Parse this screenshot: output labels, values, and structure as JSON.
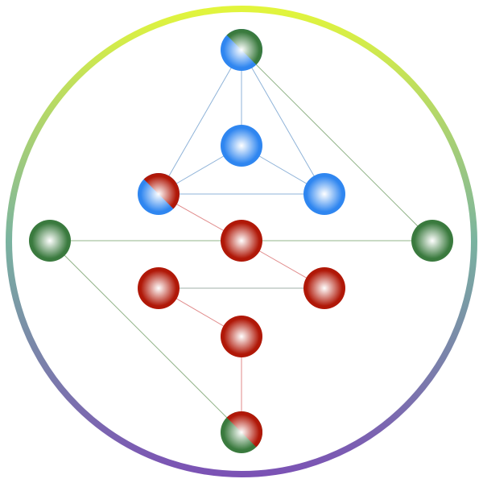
{
  "colors": {
    "blue": "#2f86f0",
    "red": "#b01808",
    "green": "#3a7a3e",
    "ring_top": "#e2f53c",
    "ring_mid": "#7ab3a0",
    "ring_bottom": "#7b52b4",
    "edge_blue": "#8fb3d8",
    "edge_red": "#e08a8a",
    "edge_green": "#93b48a",
    "edge_mixed": "#a0b0a8"
  },
  "nodes": [
    {
      "id": "n-top",
      "colors": [
        "green",
        "blue"
      ]
    },
    {
      "id": "n-upper-center",
      "colors": [
        "blue"
      ]
    },
    {
      "id": "n-upper-left",
      "colors": [
        "red",
        "blue"
      ]
    },
    {
      "id": "n-upper-right",
      "colors": [
        "blue"
      ]
    },
    {
      "id": "n-far-left",
      "colors": [
        "green"
      ]
    },
    {
      "id": "n-center",
      "colors": [
        "red"
      ]
    },
    {
      "id": "n-far-right",
      "colors": [
        "green"
      ]
    },
    {
      "id": "n-lower-left",
      "colors": [
        "red"
      ]
    },
    {
      "id": "n-lower-right",
      "colors": [
        "red"
      ]
    },
    {
      "id": "n-lower-center",
      "colors": [
        "red"
      ]
    },
    {
      "id": "n-bottom",
      "colors": [
        "red",
        "green"
      ]
    }
  ],
  "edges": [
    {
      "from": "n-top",
      "to": "n-upper-left",
      "color": "edge_blue"
    },
    {
      "from": "n-top",
      "to": "n-upper-center",
      "color": "edge_blue"
    },
    {
      "from": "n-top",
      "to": "n-upper-right",
      "color": "edge_blue"
    },
    {
      "from": "n-top",
      "to": "n-far-right",
      "color": "edge_green"
    },
    {
      "from": "n-upper-center",
      "to": "n-upper-left",
      "color": "edge_blue"
    },
    {
      "from": "n-upper-center",
      "to": "n-upper-right",
      "color": "edge_blue"
    },
    {
      "from": "n-upper-left",
      "to": "n-upper-right",
      "color": "edge_blue"
    },
    {
      "from": "n-upper-left",
      "to": "n-center",
      "color": "edge_red"
    },
    {
      "from": "n-far-left",
      "to": "n-far-right",
      "color": "edge_green"
    },
    {
      "from": "n-center",
      "to": "n-lower-right",
      "color": "edge_red"
    },
    {
      "from": "n-lower-left",
      "to": "n-lower-right",
      "color": "edge_mixed"
    },
    {
      "from": "n-lower-left",
      "to": "n-lower-center",
      "color": "edge_red"
    },
    {
      "from": "n-lower-center",
      "to": "n-bottom",
      "color": "edge_red"
    },
    {
      "from": "n-far-left",
      "to": "n-bottom",
      "color": "edge_green"
    }
  ]
}
